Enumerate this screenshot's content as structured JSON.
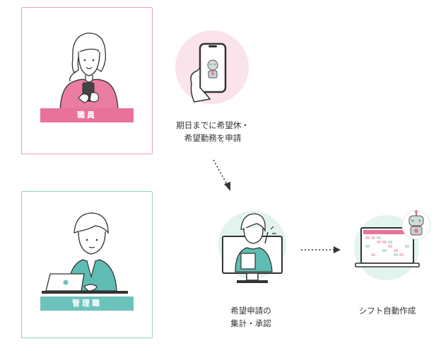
{
  "staff": {
    "label": "職員"
  },
  "manager": {
    "label": "管理職"
  },
  "steps": {
    "request": {
      "line1": "期日までに希望休・",
      "line2": "希望勤務を申請"
    },
    "collect": {
      "line1": "希望申請の",
      "line2": "集計・承認"
    },
    "auto": {
      "label": "シフト自動作成"
    }
  },
  "colors": {
    "staff_accent": "#e9729a",
    "staff_border": "#ee9fb7",
    "manager_accent": "#6cc3bb",
    "manager_border": "#8fd0c9",
    "circle_pink": "#fbe3ea",
    "circle_mint": "#e3f3ef"
  }
}
